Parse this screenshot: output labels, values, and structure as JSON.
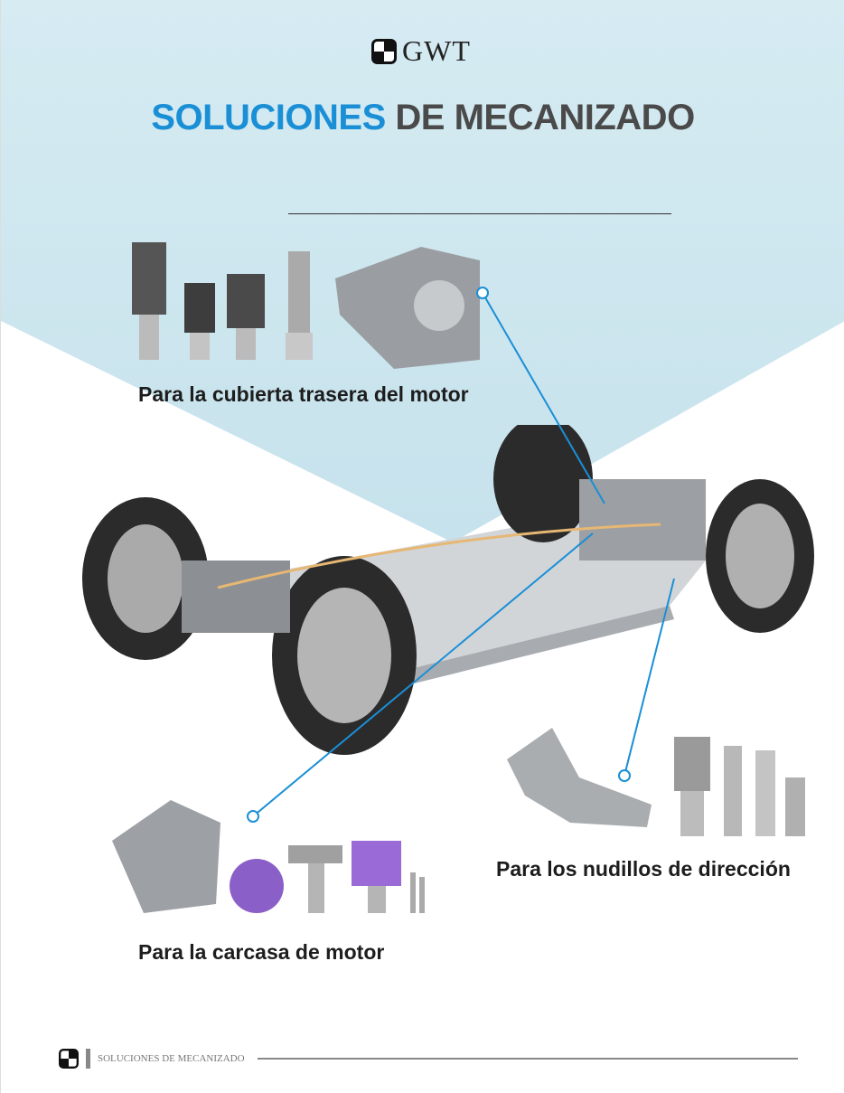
{
  "brand": {
    "name": "GWT"
  },
  "title": {
    "part1": "SOLUCIONES",
    "part2": "DE MECANIZADO"
  },
  "sections": [
    {
      "caption": "Para la cubierta trasera del motor"
    },
    {
      "caption": "Para los nudillos de dirección"
    },
    {
      "caption": "Para la carcasa de motor"
    }
  ],
  "footer": {
    "text": "SOLUCIONES DE MECANIZADO"
  },
  "colors": {
    "accent": "#1a8fd6",
    "background_tint": "#cfe7f0",
    "title_dark": "#4a4a4a"
  }
}
